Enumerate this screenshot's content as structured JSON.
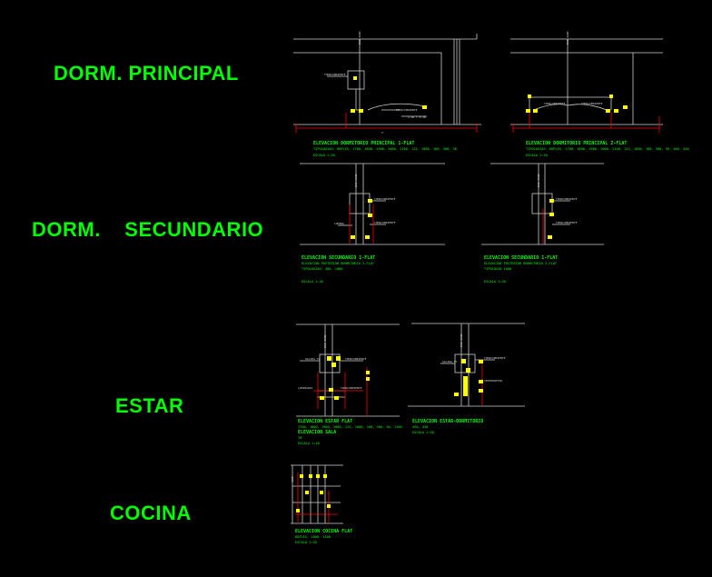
{
  "sections": {
    "dorm_principal": "DORM. PRINCIPAL",
    "dorm_secundario": "DORM.    SECUNDARIO",
    "estar": "ESTAR",
    "cocina": "COCINA"
  },
  "drawings": {
    "principal_1flat": {
      "title": "ELEVACION DORMITORIO PRINCIPAL 1-FLAT",
      "sub1": "TIPOLOGIAS: DUPLEX, 1700, 1800, 1900, 2000, 2100, 122, 1000, 160, 300, 50",
      "sub2": "ESCALA 1:20"
    },
    "principal_2flat": {
      "title": "ELEVACION DORMITORIO PRINCIPAL 2-FLAT",
      "sub1": "TIPOLOGIAS: DUPLEX, 1700, 1800, 1900, 2000, 2100, 122, 1000, 160, 300, 50, 400, 420",
      "sub2": "ESCALA 1:20"
    },
    "secundario_1flat": {
      "title": "ELEVACION SECUNDARIO 1-FLAT",
      "sub1": "ELEVACION POSTERIOR DORMITORIO 2-FLAT",
      "sub2": "TIPOLOGIAS: 300, 1000",
      "sub3": "ESCALA 1:20"
    },
    "secundario_2flat": {
      "title": "ELEVACION SECUNDARIO 1-FLAT",
      "sub1": "ELEVACION POSTERIOR DORMITORIO 2-FLAT",
      "sub2": "TIPOLOGIA 1000",
      "sub3": "ESCALA 1:20"
    },
    "estar_flat": {
      "title": "ELEVACION ESTAR FLAT",
      "sub1": "1700, 1800, 1900, 2000, 122, 1000, 160, 300, 50, 1100",
      "sub2": "ELEVACION SALA",
      "sub3": "70",
      "sub4": "ESCALA 1:20"
    },
    "estar_dormitorio": {
      "title": "ELEVACION ESTAR-DORMITORIO",
      "sub1": "450, 430",
      "sub2": "ESCALA 1:20"
    },
    "cocina_flat": {
      "title": "ELEVACION COCINA FLAT",
      "sub1": "DUPLEX, 1000, 1100",
      "sub2": "ESCALA 1:20"
    }
  },
  "colors": {
    "background": "#000000",
    "title_text": "#00ff00",
    "lines": "#cfcfcf",
    "dimension": "#ff0000",
    "symbol": "#ffff00"
  }
}
